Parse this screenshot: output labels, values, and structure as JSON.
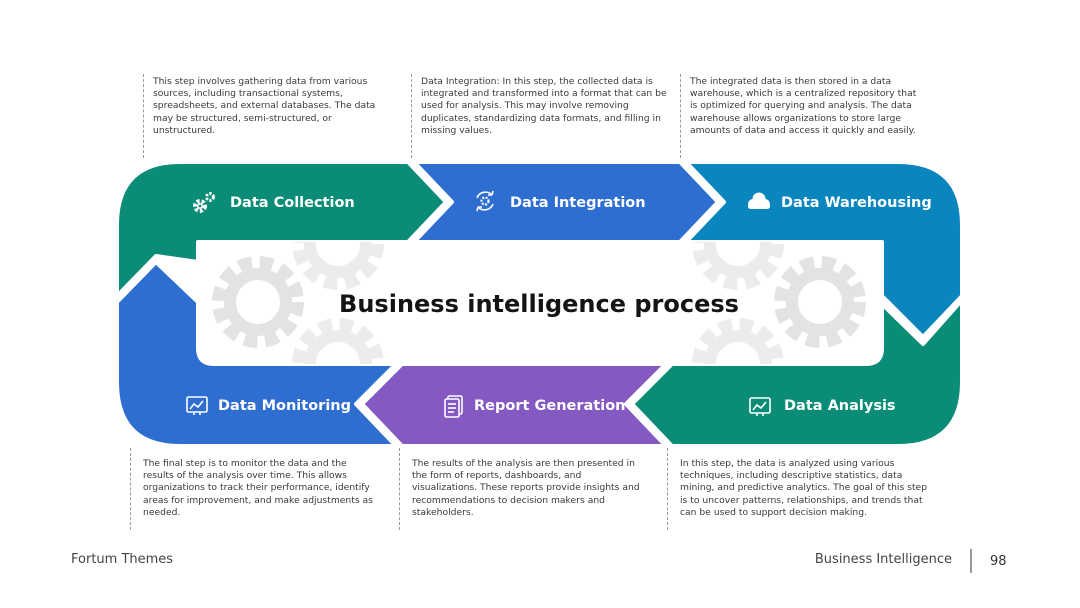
{
  "title": "Business intelligence process",
  "steps": {
    "collection": {
      "label": "Data Collection",
      "icon": "gears-icon",
      "color": "#0a8c76",
      "desc": "This step involves gathering data from various sources, including transactional systems, spreadsheets, and external databases. The data may be structured, semi-structured, or unstructured."
    },
    "integration": {
      "label": "Data Integration",
      "icon": "sync-gear-icon",
      "color": "#2f6ed1",
      "desc": "Data Integration: In this step, the collected data is integrated and transformed into a format that can be used for analysis. This may involve removing duplicates, standardizing data formats, and filling in missing values."
    },
    "warehousing": {
      "label": "Data Warehousing",
      "icon": "cloud-icon",
      "color": "#0a85bd",
      "desc": "The integrated data is then stored in a data warehouse, which is a centralized repository that is optimized for querying and analysis. The data warehouse allows organizations to store large amounts of data and access it quickly and easily."
    },
    "monitoring": {
      "label": "Data Monitoring",
      "icon": "chart-monitor-icon",
      "color": "#2f6ed1",
      "desc": "The final step is to monitor the data and the results of the analysis over time. This allows organizations to track their performance, identify areas for improvement, and make adjustments as needed."
    },
    "report": {
      "label": "Report Generation",
      "icon": "report-icon",
      "color": "#8559c2",
      "desc": "The results of the analysis are then presented in the form of reports, dashboards, and visualizations. These reports provide insights and recommendations to decision makers and stakeholders."
    },
    "analysis": {
      "label": "Data Analysis",
      "icon": "chart-monitor-icon",
      "color": "#0a8c76",
      "desc": "In this step, the data is analyzed using various techniques, including descriptive statistics, data mining, and predictive analytics. The goal of this step is to uncover patterns, relationships, and trends that can be used to support decision making."
    }
  },
  "footer": {
    "left": "Fortum Themes",
    "right": "Business Intelligence",
    "page": "98"
  }
}
